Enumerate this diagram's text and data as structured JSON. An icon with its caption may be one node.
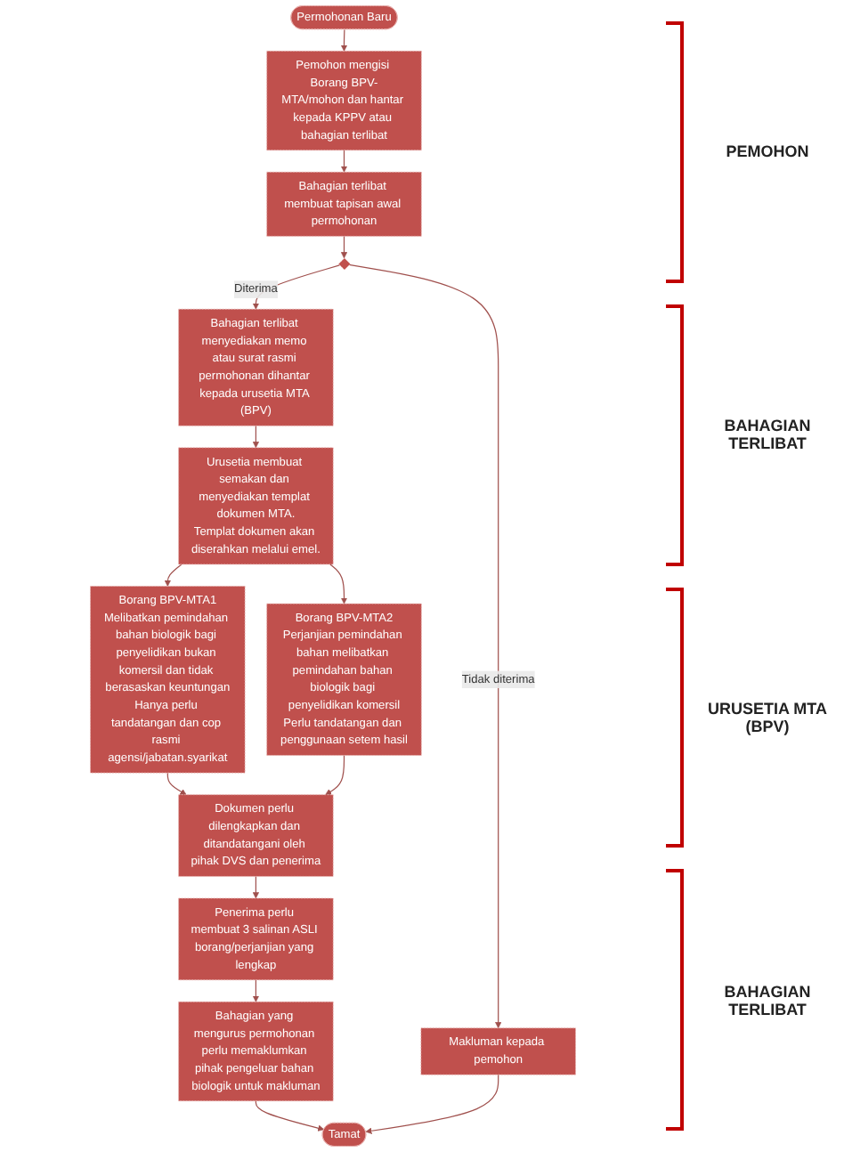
{
  "diagram": {
    "nodes": [
      {
        "text": [
          "Permohonan Baru"
        ]
      },
      {
        "text": [
          "Pemohon mengisi Borang BPV-MTA/mohon dan hantar kepada KPPV atau bahagian terlibat"
        ]
      },
      {
        "text": [
          "Bahagian terlibat membuat tapisan awal permohonan"
        ]
      },
      {
        "text": [],
        "shape": "diamond"
      },
      {
        "text": [
          "Makluman kepada pemohon"
        ]
      },
      {
        "text": [
          "Bahagian terlibat menyediakan memo atau surat rasmi permohonan dihantar kepada urusetia MTA (BPV)"
        ]
      },
      {
        "text": [
          "Urusetia membuat semakan dan menyediakan templat dokumen MTA.",
          "Templat dokumen akan diserahkan melalui emel."
        ]
      },
      {
        "text": [
          "Borang BPV-MTA1",
          "Melibatkan pemindahan bahan biologik bagi penyelidikan bukan komersil dan tidak berasaskan keuntungan",
          "Hanya perlu tandatangan dan cop rasmi agensi/jabatan.syarikat"
        ]
      },
      {
        "text": [
          "Borang BPV-MTA2",
          "Perjanjian pemindahan bahan melibatkan pemindahan bahan biologik bagi penyelidikan komersil",
          "Perlu tandatangan dan penggunaan setem hasil"
        ]
      },
      {
        "text": [
          "Dokumen perlu dilengkapkan dan ditandatangani oleh pihak DVS dan penerima"
        ]
      },
      {
        "text": [
          "Penerima perlu membuat 3 salinan ASLI borang/perjanjian yang lengkap"
        ]
      },
      {
        "text": [
          "Bahagian yang mengurus permohonan perlu memaklumkan pihak pengeluar bahan biologik untuk makluman"
        ]
      },
      {
        "text": [
          "Tamat"
        ]
      }
    ],
    "edges": [
      {
        "from": 0,
        "to": 1,
        "arrow": "to"
      },
      {
        "from": 1,
        "to": 2,
        "arrow": "to"
      },
      {
        "from": 2,
        "to": 3,
        "arrow": "to"
      },
      {
        "from": 3,
        "to": 4,
        "arrow": "to",
        "label": "Tidak diterima"
      },
      {
        "from": 3,
        "to": 5,
        "arrow": "to",
        "label": "Diterima"
      },
      {
        "from": 5,
        "to": 6,
        "arrow": "to"
      },
      {
        "from": 6,
        "to": 7,
        "arrow": "to"
      },
      {
        "from": 6,
        "to": 8,
        "arrow": "to"
      },
      {
        "from": 7,
        "to": 9,
        "arrow": "to"
      },
      {
        "from": 8,
        "to": 9,
        "arrow": "to"
      },
      {
        "from": 9,
        "to": 10,
        "arrow": "to"
      },
      {
        "from": 10,
        "to": 11,
        "arrow": "to"
      },
      {
        "from": 11,
        "to": 12,
        "arrow": "to"
      },
      {
        "from": 4,
        "to": 12,
        "arrow": "to"
      }
    ],
    "labels": [
      "PEMOHON",
      "BAHAGIAN TERLIBAT",
      "URUSETIA MTA (BPV)",
      "BAHAGIAN TERLIBAT"
    ]
  }
}
